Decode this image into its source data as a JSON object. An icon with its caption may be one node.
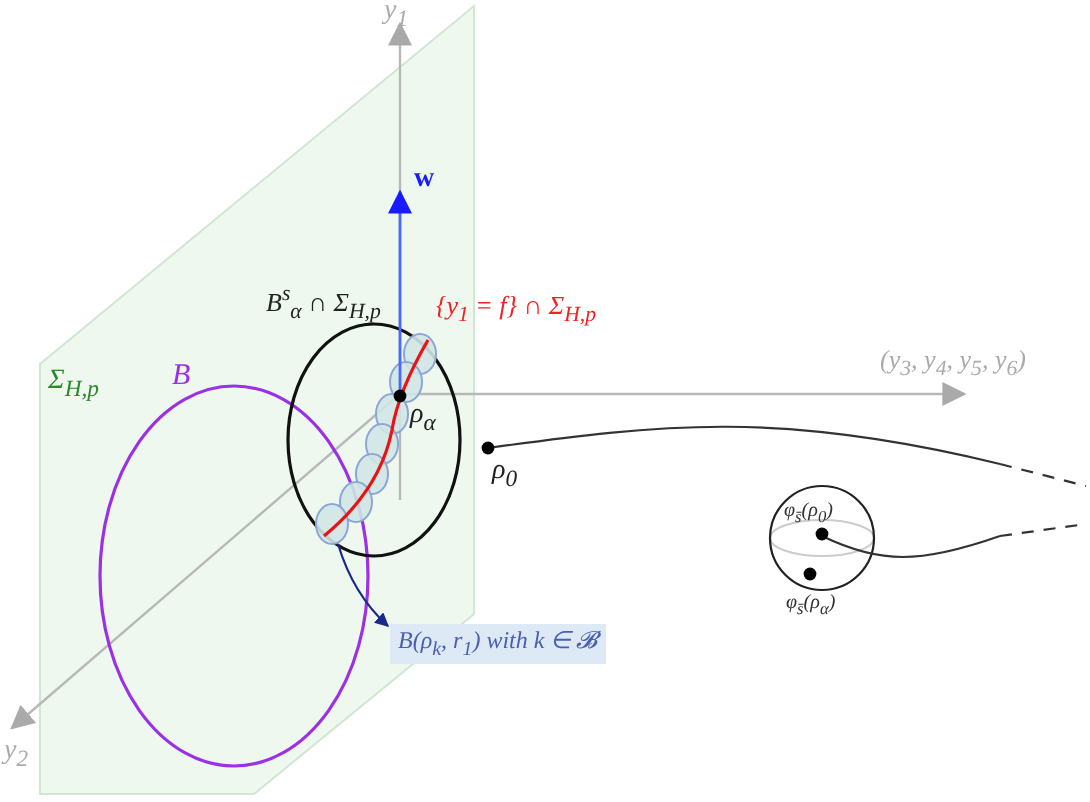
{
  "diagram": {
    "nodes": [
      {
        "text": [],
        "shape": "circle"
      },
      {
        "text": [],
        "shape": "circle"
      },
      {
        "text": [],
        "shape": "circle"
      },
      {
        "text": [],
        "shape": "circle"
      },
      {
        "text": [],
        "shape": "circle"
      },
      {
        "text": [],
        "shape": "circle"
      },
      {
        "text": [],
        "shape": "circle"
      },
      {
        "text": [
          "B(ρ$_{k}$, r$_{1}$) with k ∈ 𝓑"
        ]
      }
    ],
    "edges": [
      {
        "from": 6,
        "to": 7,
        "arrow": "to"
      }
    ],
    "labels": [
      "y$_{1}$",
      "w",
      "B$^{s}$$_{α}$ ∩ Σ$_{H,p}$",
      "{y$_{1}$ = f} ∩ Σ$_{H,p}$",
      "Σ$_{H,p}$",
      "B",
      "(y$_{3}$, y$_{4}$, y$_{5}$, y$_{6}$)",
      "ρ$_{α}$",
      "ρ$_{0}$",
      "φ$_{s̄}$(ρ$_{0}$)",
      "φ$_{s̄}$(ρ$_{α}$)",
      "y$_{2}$"
    ]
  }
}
